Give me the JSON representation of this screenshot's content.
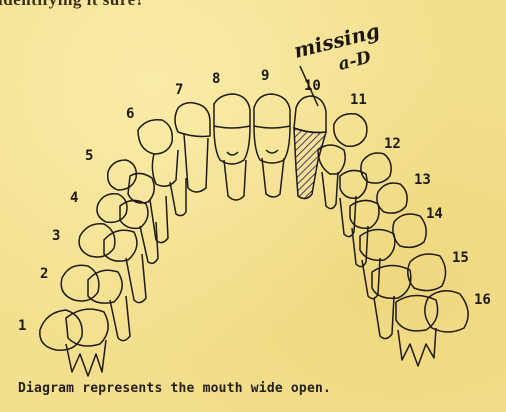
{
  "cut_heading": "identifying it sure?",
  "handwritten_note": {
    "line1": "missing",
    "line2": "a-D"
  },
  "tooth_numbers": [
    "1",
    "2",
    "3",
    "4",
    "5",
    "6",
    "7",
    "8",
    "9",
    "10",
    "11",
    "12",
    "13",
    "14",
    "15",
    "16"
  ],
  "caption": "Diagram represents the mouth wide open.",
  "colors": {
    "paper": "#f3e08e",
    "ink": "#1e1a16",
    "missing_tooth_hatch": "#4a3a6a"
  }
}
